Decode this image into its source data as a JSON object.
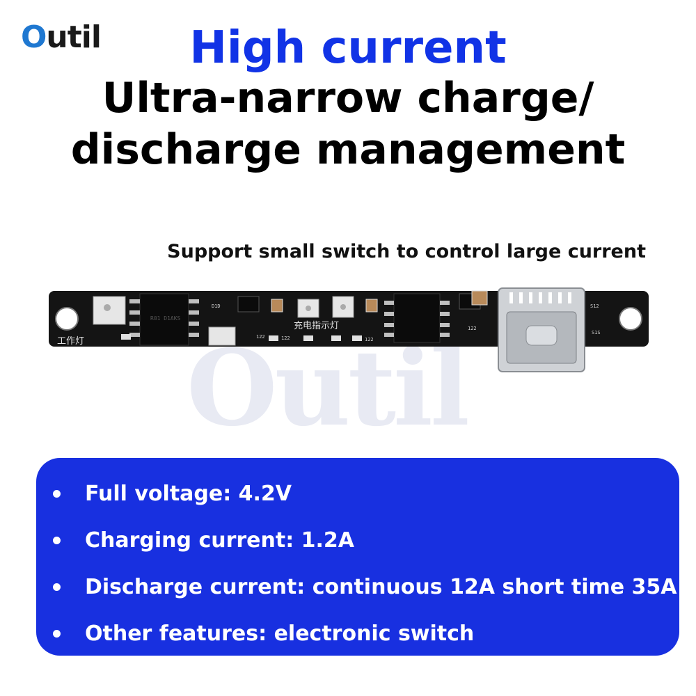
{
  "brand": {
    "logo_first": "O",
    "logo_rest": "util",
    "watermark": "Outil"
  },
  "headline": "High current",
  "subhead": {
    "line1": "Ultra-narrow charge/",
    "line2": "discharge management"
  },
  "tagline": "Support small switch to control large current",
  "board": {
    "label_work": "工作灯",
    "label_charge": "充电指示灯",
    "chip_text": "R01 D1AKS",
    "marks": [
      "D1D",
      "122",
      "122",
      "122",
      "122",
      "S12",
      "S1S"
    ]
  },
  "features": [
    "Full voltage: 4.2V",
    "Charging current: 1.2A",
    "Discharge current: continuous 12A short time 35A",
    "Other features: electronic switch"
  ],
  "colors": {
    "accent": "#1133e6",
    "panel": "#1830e0",
    "logo": "#1f78d1"
  }
}
